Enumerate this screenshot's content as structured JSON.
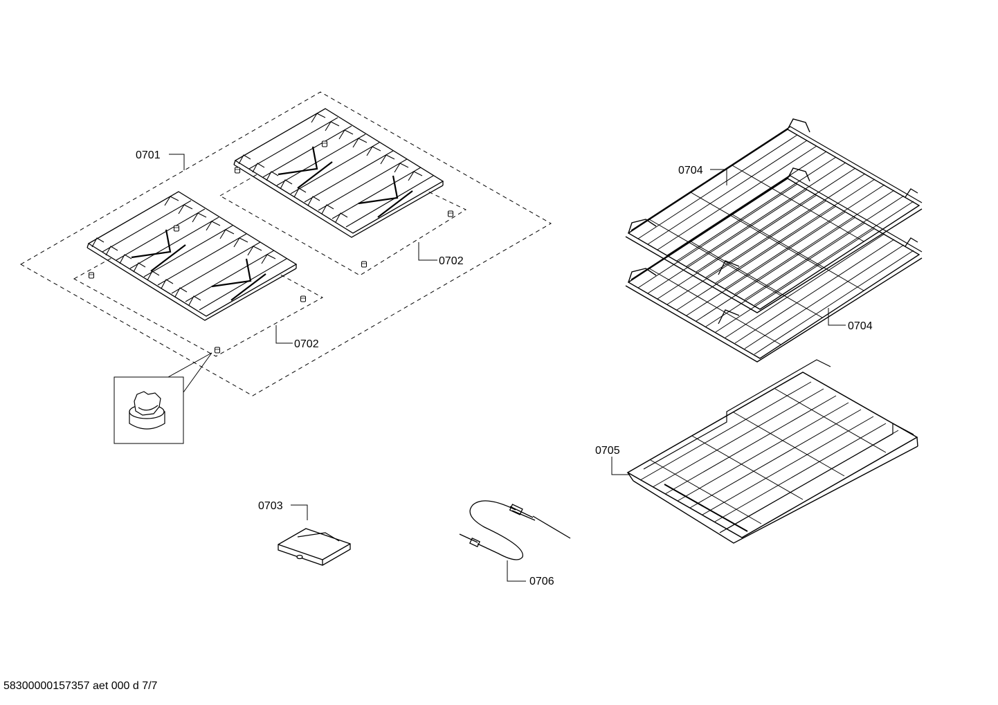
{
  "labels": {
    "grates": "0701",
    "buffers_right": "0702",
    "buffers_left": "0702",
    "bracket": "0703",
    "rack_top": "0704",
    "rack_bottom": "0704",
    "rack_telescopic": "0705",
    "probe": "0706"
  },
  "footer": "58300000157357 aet 000 d 7/7"
}
